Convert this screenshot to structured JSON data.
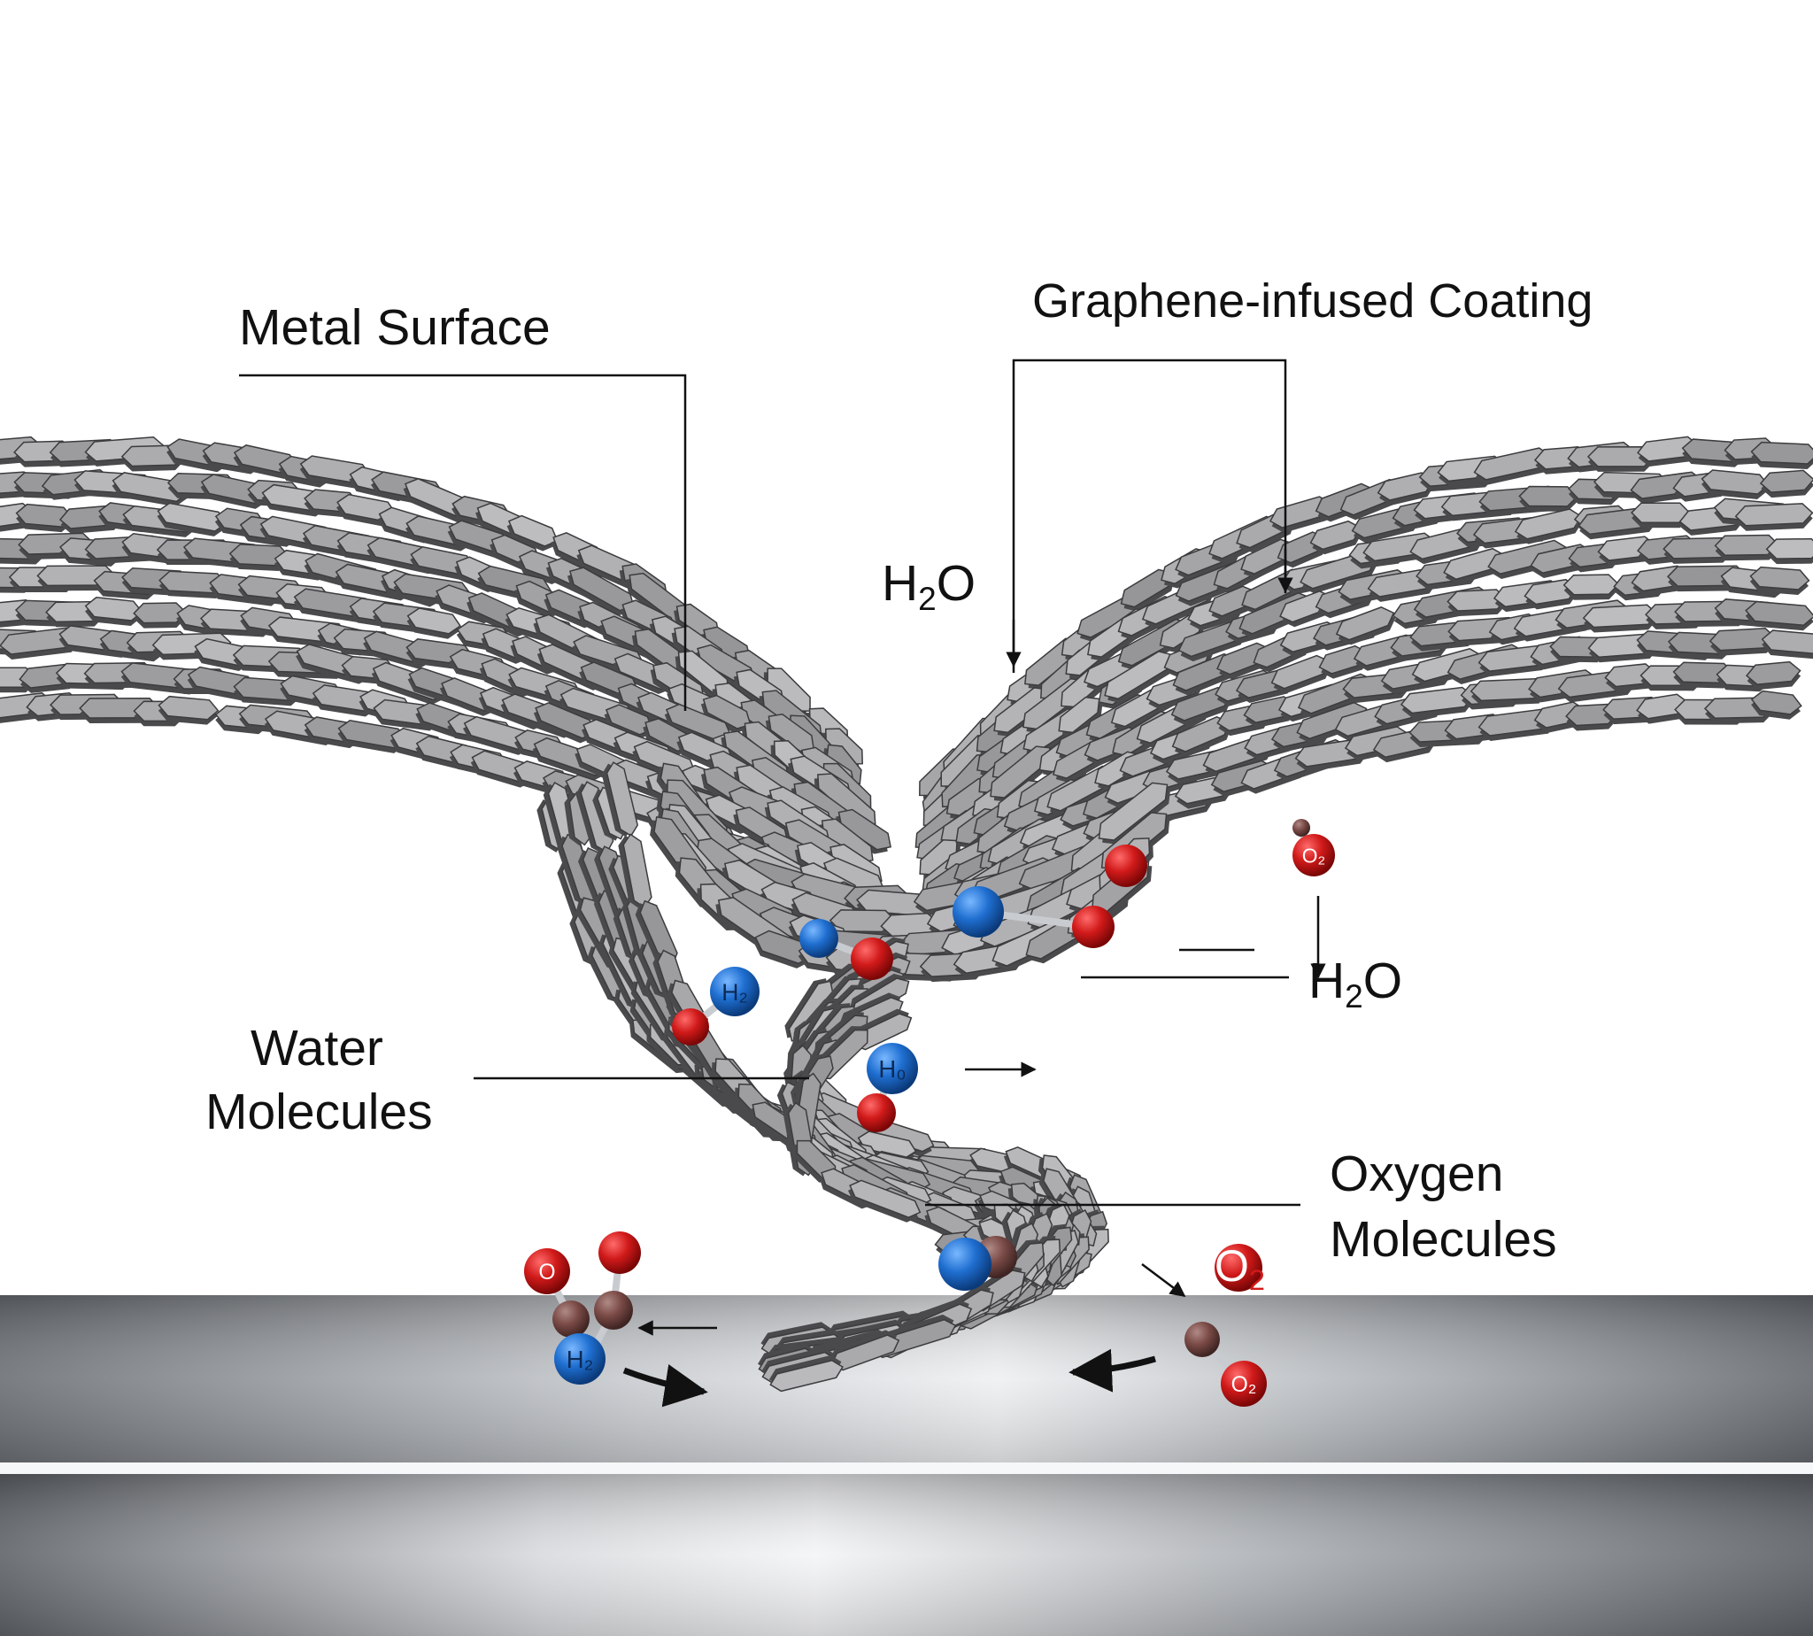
{
  "labels": {
    "metal_surface": "Metal Surface",
    "graphene_coating": "Graphene-infused Coating",
    "h2o_top": {
      "main": "H",
      "sub": "2",
      "tail": "O"
    },
    "h2o_right": {
      "main": "H",
      "sub": "2",
      "tail": "O"
    },
    "water_molecules_line1": "Water",
    "water_molecules_line2": "Molecules",
    "oxygen_molecules_line1": "Oxygen",
    "oxygen_molecules_line2": "Molecules",
    "o2_free": {
      "main": "O",
      "sub": "2"
    }
  },
  "molecule_labels": {
    "o2_top": "O₂",
    "h_a": "H₂",
    "h_b": "H₀",
    "h_c": "H₂",
    "o_left": "O",
    "o2_bottom": "O₂"
  },
  "colors": {
    "oxygen": "#d11a1a",
    "hydrogen": "#1f6fd1",
    "carbon": "#7a4a46",
    "flake": "#8e8e8e",
    "metal": "#9a9ea3"
  }
}
